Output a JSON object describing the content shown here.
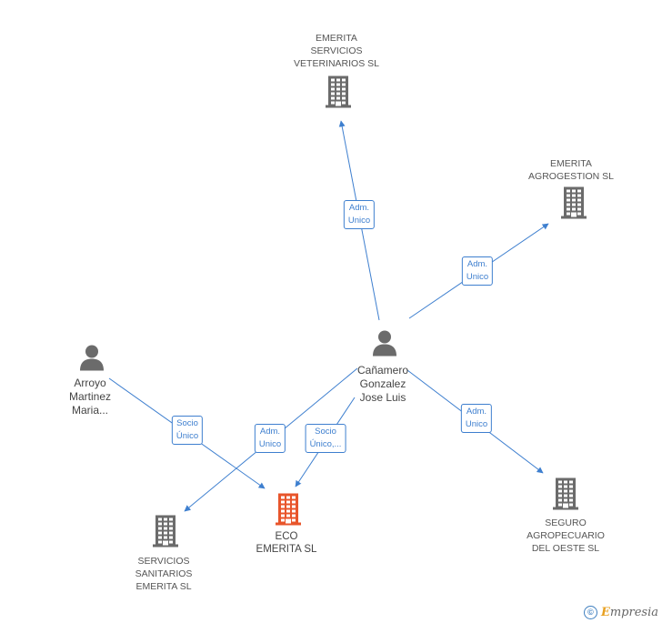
{
  "nodes": {
    "veterinarios": {
      "lines": [
        "EMERITA",
        "SERVICIOS",
        "VETERINARIOS SL"
      ],
      "type": "company"
    },
    "agrogestion": {
      "lines": [
        "EMERITA",
        "AGROGESTION SL"
      ],
      "type": "company"
    },
    "canamero": {
      "lines": [
        "Cañamero",
        "Gonzalez",
        "Jose Luis"
      ],
      "type": "person"
    },
    "arroyo": {
      "lines": [
        "Arroyo",
        "Martinez",
        "Maria..."
      ],
      "type": "person"
    },
    "eco": {
      "lines": [
        "ECO",
        "EMERITA SL"
      ],
      "type": "company-main"
    },
    "sanitarios": {
      "lines": [
        "SERVICIOS",
        "SANITARIOS",
        "EMERITA SL"
      ],
      "type": "company"
    },
    "seguro": {
      "lines": [
        "SEGURO",
        "AGROPECUARIO",
        "DEL OESTE  SL"
      ],
      "type": "company"
    }
  },
  "edges": [
    {
      "from": "canamero",
      "to": "veterinarios",
      "label": [
        "Adm.",
        "Unico"
      ]
    },
    {
      "from": "canamero",
      "to": "agrogestion",
      "label": [
        "Adm.",
        "Unico"
      ]
    },
    {
      "from": "canamero",
      "to": "seguro",
      "label": [
        "Adm.",
        "Unico"
      ]
    },
    {
      "from": "canamero",
      "to": "sanitarios",
      "label": [
        "Adm.",
        "Unico"
      ]
    },
    {
      "from": "canamero",
      "to": "eco",
      "label": [
        "Socio",
        "Único,..."
      ]
    },
    {
      "from": "arroyo",
      "to": "eco",
      "label": [
        "Socio",
        "Único"
      ]
    }
  ],
  "colors": {
    "edge": "#3e7fcf",
    "company": "#6b6b6b",
    "company_main": "#e8552b",
    "person": "#6b6b6b"
  },
  "footer": {
    "copyright": "©",
    "brand_first": "E",
    "brand_rest": "mpresia"
  }
}
